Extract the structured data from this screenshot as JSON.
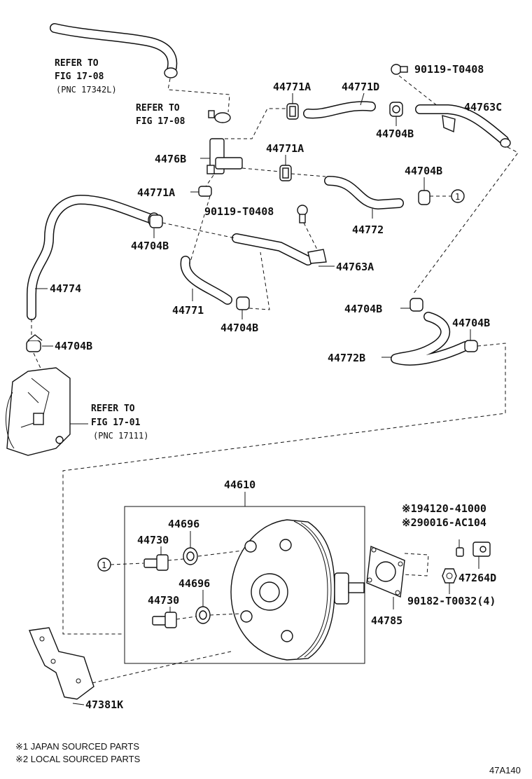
{
  "diagram_id": "47A140",
  "notes": {
    "japan": "※1 JAPAN SOURCED PARTS",
    "local": "※2 LOCAL SOURCED PARTS"
  },
  "references": {
    "top_left": {
      "line1": "REFER TO",
      "line2": "FIG 17-08",
      "line3": "(PNC 17342L)"
    },
    "mid": {
      "line1": "REFER TO",
      "line2": "FIG 17-08"
    },
    "engine": {
      "line1": "REFER TO",
      "line2": "FIG 17-01",
      "line3": "(PNC 17111)"
    }
  },
  "parts": {
    "p44771A_top": "44771A",
    "p44771D": "44771D",
    "p90119_top": "90119-T0408",
    "p44763C": "44763C",
    "p44704B_r1": "44704B",
    "p4476B": "4476B",
    "p44771A_mid": "44771A",
    "p44704B_r2": "44704B",
    "p44771A_left": "44771A",
    "p90119_mid": "90119-T0408",
    "p44772": "44772",
    "p44704B_left": "44704B",
    "p44763A": "44763A",
    "p44774": "44774",
    "p44771": "44771",
    "p44704B_c": "44704B",
    "p44704B_r3": "44704B",
    "p44704B_r4": "44704B",
    "p44704B_eng": "44704B",
    "p44772B": "44772B",
    "p44610": "44610",
    "p194120": "※194120-41000",
    "p290016": "※290016-AC104",
    "p44696_a": "44696",
    "p44730_a": "44730",
    "p47264D": "47264D",
    "p44696_b": "44696",
    "p44730_b": "44730",
    "p90182": "90182-T0032(4)",
    "p44785": "44785",
    "p47381K": "47381K"
  },
  "callout_marker": "1"
}
